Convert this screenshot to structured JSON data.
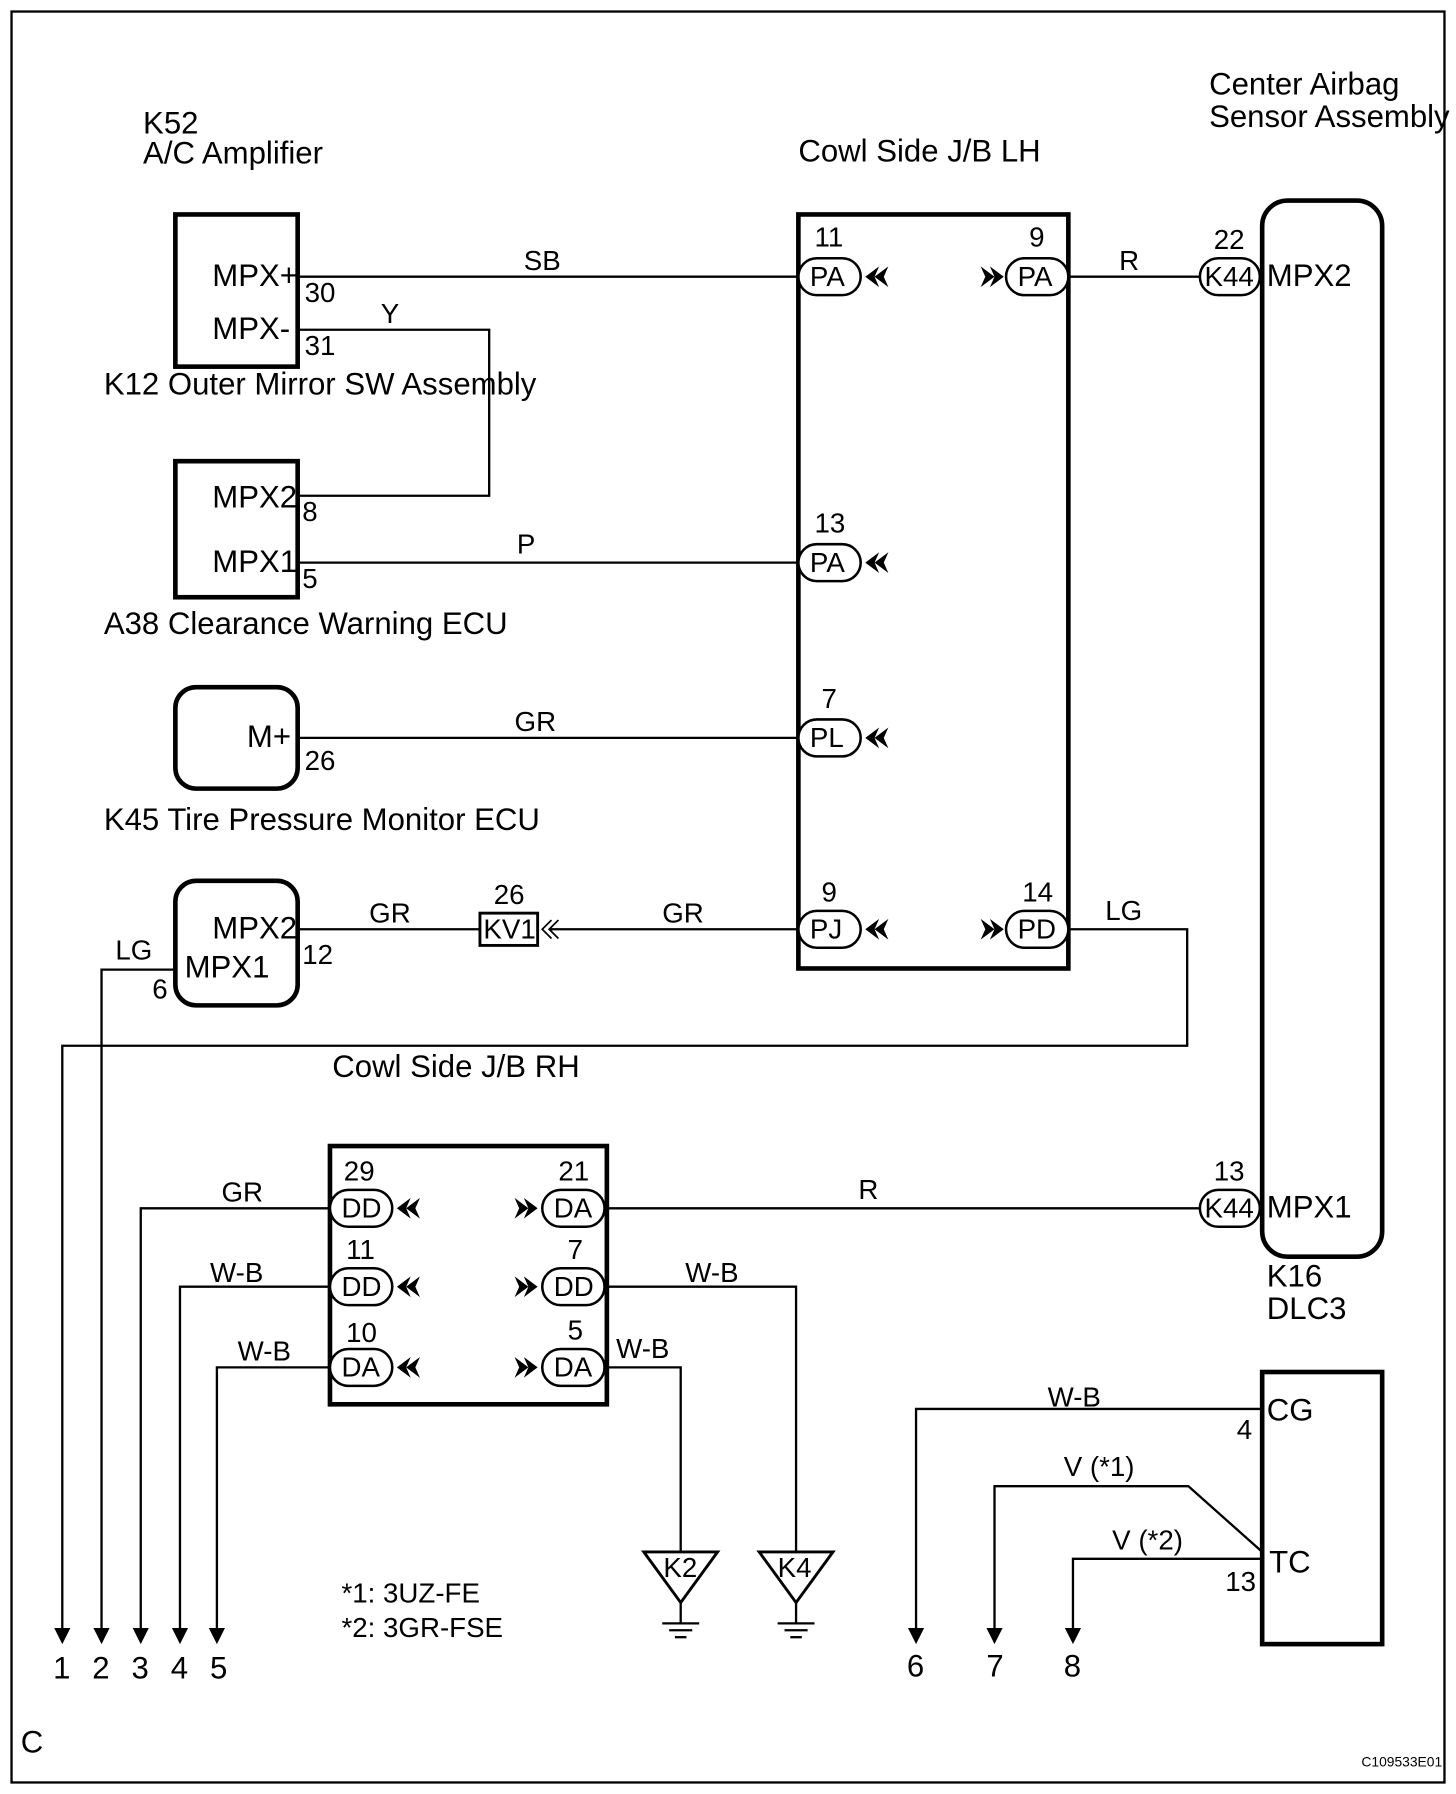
{
  "components": {
    "a_c_amplifier": {
      "code": "K52",
      "name": "A/C Amplifier"
    },
    "outer_mirror_sw": {
      "name": "K12 Outer Mirror SW Assembly"
    },
    "clearance_warning_ecu": {
      "name": "A38 Clearance Warning ECU"
    },
    "tire_pressure_ecu": {
      "name": "K45 Tire Pressure Monitor ECU"
    },
    "cowl_jb_lh": {
      "name": "Cowl Side J/B LH"
    },
    "cowl_jb_rh": {
      "name": "Cowl Side J/B RH"
    },
    "center_airbag": {
      "name_line1": "Center Airbag",
      "name_line2": "Sensor Assembly"
    },
    "dlc3": {
      "code": "K16",
      "name": "DLC3"
    }
  },
  "terminals": {
    "mpx_plus": "MPX+",
    "pin_30": "30",
    "mpx_minus": "MPX-",
    "pin_31": "31",
    "k12_mpx2": "MPX2",
    "pin_8": "8",
    "k12_mpx1": "MPX1",
    "pin_5": "5",
    "m_plus": "M+",
    "pin_26": "26",
    "k45_mpx2": "MPX2",
    "pin_12": "12",
    "k45_mpx1": "MPX1",
    "pin_6": "6",
    "airbag_mpx2": "MPX2",
    "airbag_pin_22": "22",
    "airbag_mpx1": "MPX1",
    "airbag_pin_13": "13",
    "dlc_cg": "CG",
    "dlc_pin_4": "4",
    "dlc_tc": "TC",
    "dlc_pin_13": "13"
  },
  "connectors": {
    "lh_11": {
      "pin": "11",
      "code": "PA"
    },
    "lh_9": {
      "pin": "9",
      "code": "PA"
    },
    "lh_13": {
      "pin": "13",
      "code": "PA"
    },
    "lh_7": {
      "pin": "7",
      "code": "PL"
    },
    "lh_9j": {
      "pin": "9",
      "code": "PJ"
    },
    "lh_14": {
      "pin": "14",
      "code": "PD"
    },
    "rh_29": {
      "pin": "29",
      "code": "DD"
    },
    "rh_21": {
      "pin": "21",
      "code": "DA"
    },
    "rh_11": {
      "pin": "11",
      "code": "DD"
    },
    "rh_7": {
      "pin": "7",
      "code": "DD"
    },
    "rh_10": {
      "pin": "10",
      "code": "DA"
    },
    "rh_5": {
      "pin": "5",
      "code": "DA"
    },
    "k44_top": "K44",
    "k44_bottom": "K44",
    "kv1": {
      "pin": "26",
      "code": "KV1"
    }
  },
  "wire_colors": {
    "sb": "SB",
    "y": "Y",
    "p": "P",
    "gr1": "GR",
    "gr2": "GR",
    "gr3": "GR",
    "r_top": "R",
    "lg_right": "LG",
    "lg_left": "LG",
    "gr_rh": "GR",
    "wb_rh1": "W-B",
    "wb_rh2": "W-B",
    "wb_rh3": "W-B",
    "wb_rh4": "W-B",
    "r_bottom": "R",
    "wb_dlc": "W-B",
    "v1": "V (*1)",
    "v2": "V (*2)"
  },
  "grounds": [
    "K2",
    "K4"
  ],
  "outputs": [
    "1",
    "2",
    "3",
    "4",
    "5",
    "6",
    "7",
    "8"
  ],
  "notes": [
    "*1: 3UZ-FE",
    "*2: 3GR-FSE"
  ],
  "page_letter": "C",
  "figure_code": "C109533E01"
}
